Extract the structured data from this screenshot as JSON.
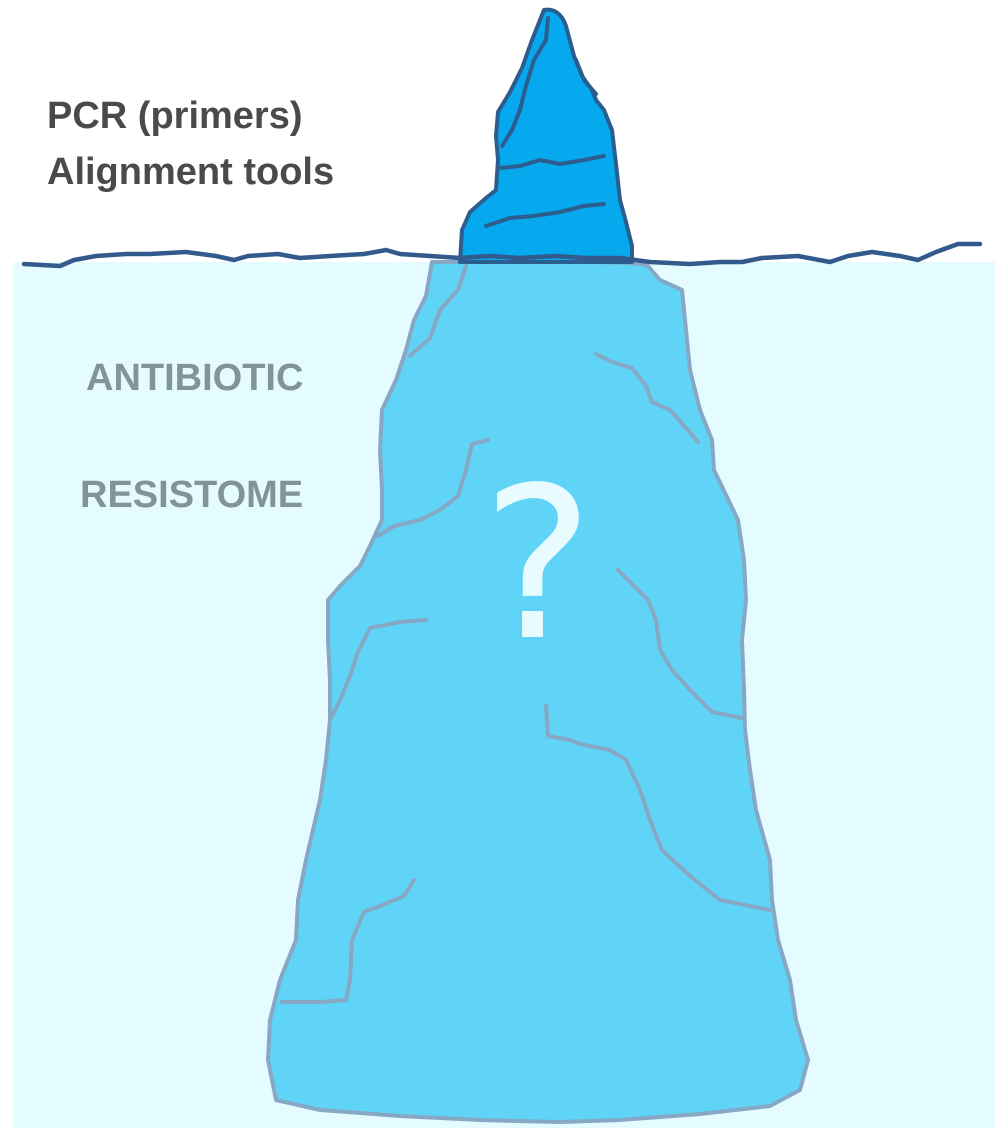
{
  "above_water": {
    "line1": "PCR (primers)",
    "line2": "Alignment tools"
  },
  "below_water": {
    "line1": "ANTIBIOTIC",
    "line2": "RESISTOME"
  },
  "unknown_marker": "?",
  "colors": {
    "water": "#e4fbff",
    "iceberg_tip": "#07a9ee",
    "iceberg_tip_outline": "#2b5d8e",
    "iceberg_body": "#5fd4f7",
    "iceberg_body_outline": "#87a8c4",
    "waterline": "#325a8c",
    "above_text": "#4a4a4a",
    "below_text": "#7f9597",
    "question_mark": "#e8fbff"
  }
}
